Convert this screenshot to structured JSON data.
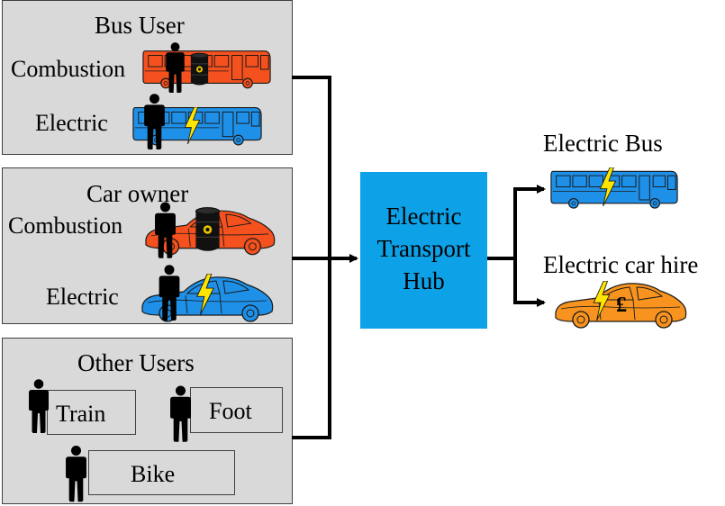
{
  "groups": {
    "bus": {
      "title": "Bus User",
      "combustion_label": "Combustion",
      "electric_label": "Electric"
    },
    "car": {
      "title": "Car owner",
      "combustion_label": "Combustion",
      "electric_label": "Electric"
    },
    "other": {
      "title": "Other Users",
      "train_label": "Train",
      "foot_label": "Foot",
      "bike_label": "Bike"
    }
  },
  "hub": {
    "line1": "Electric",
    "line2": "Transport",
    "line3": "Hub"
  },
  "outputs": {
    "bus_label": "Electric Bus",
    "car_label": "Electric car hire"
  },
  "icons": {
    "combustion_bus": "red-bus-icon",
    "electric_bus": "blue-bus-icon",
    "combustion_car": "red-car-icon",
    "electric_car": "blue-car-icon",
    "hire_car": "orange-car-icon",
    "person": "person-icon",
    "fuel": "oil-barrel-icon",
    "power": "lightning-bolt-icon",
    "currency": "pound-sign-icon"
  },
  "colors": {
    "panel": "#d9d9d9",
    "hub": "#0da2e8",
    "combustion": "#f4511e",
    "electric": "#1e90e8",
    "hire": "#f7931e",
    "bolt": "#ffe600"
  }
}
